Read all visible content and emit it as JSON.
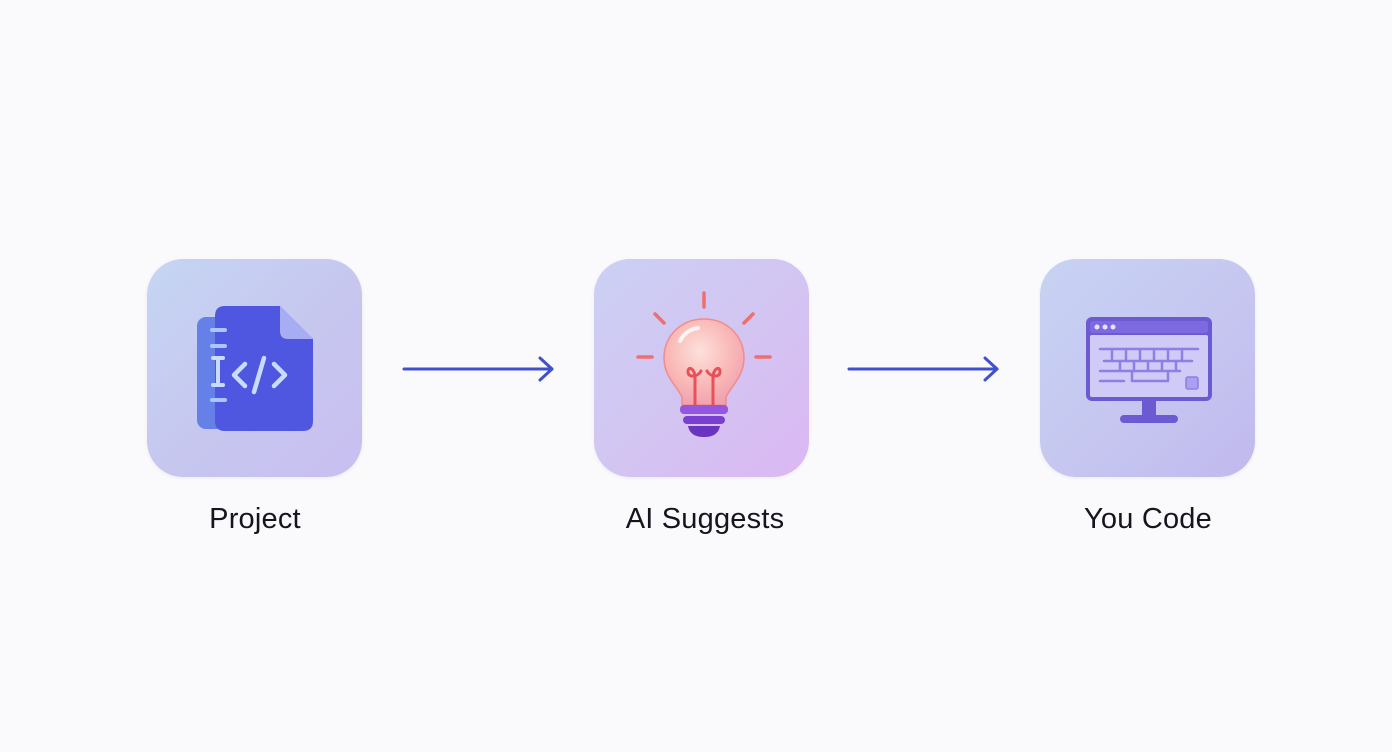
{
  "steps": [
    {
      "label": "Project",
      "icon": "code-file-icon"
    },
    {
      "label": "AI Suggests",
      "icon": "lightbulb-icon"
    },
    {
      "label": "You Code",
      "icon": "monitor-keyboard-icon"
    }
  ],
  "colors": {
    "arrow": "#4150cc",
    "file_primary": "#4f57e0",
    "file_accent": "#9ba6ff",
    "bulb_glow": "#f8b9b7",
    "bulb_rays": "#ef6f6f",
    "bulb_base": "#7a3fd1",
    "monitor": "#6c5ad3",
    "label_text": "#151520"
  }
}
